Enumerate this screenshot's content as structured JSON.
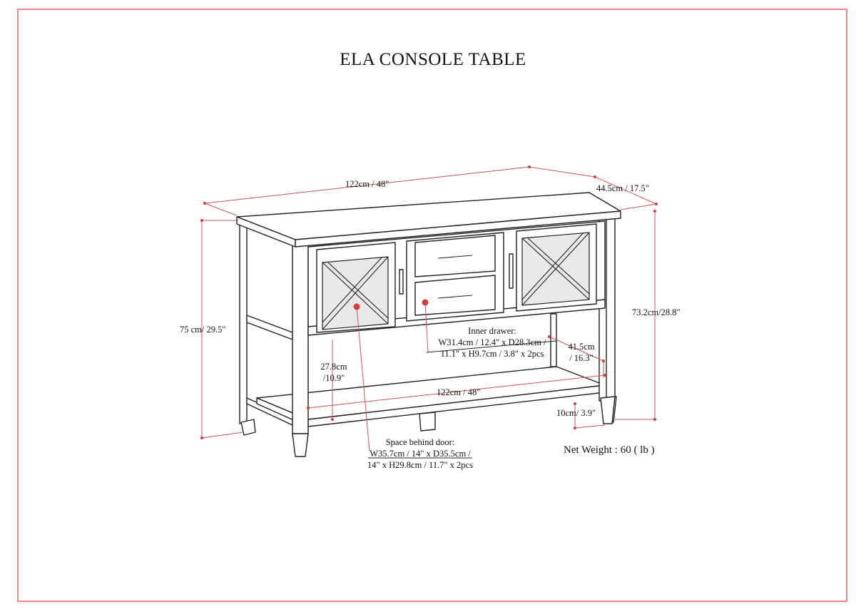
{
  "title": "ELA CONSOLE TABLE",
  "dimensions": {
    "top_width": "122cm / 48\"",
    "depth": "44.5cm / 17.5\"",
    "total_height": "75 cm/ 29.5\"",
    "side_height": "73.2cm/28.8\"",
    "shelf_clearance_line1": "27.8cm",
    "shelf_clearance_line2": "/10.9\"",
    "shelf_width": "122cm / 48\"",
    "shelf_depth_line1": "41.5cm",
    "shelf_depth_line2": "/ 16.3\"",
    "leg_height": "10cm/ 3.9\""
  },
  "inner_drawer": {
    "heading": "Inner drawer:",
    "line1": "W31.4cm / 12.4\" x D28.3cm /",
    "line2": "11.1\" x H9.7cm / 3.8\" x 2pcs"
  },
  "space_behind_door": {
    "heading": "Space behind door:",
    "line1": "W35.7cm / 14\" x D35.5cm /",
    "line2": "14\" x H29.8cm / 11.7\" x 2pcs"
  },
  "net_weight": "Net Weight : 60 ( lb )",
  "colors": {
    "frame": "#e08a8f",
    "dimension_line": "#c9555c",
    "marker": "#d93a3a"
  }
}
